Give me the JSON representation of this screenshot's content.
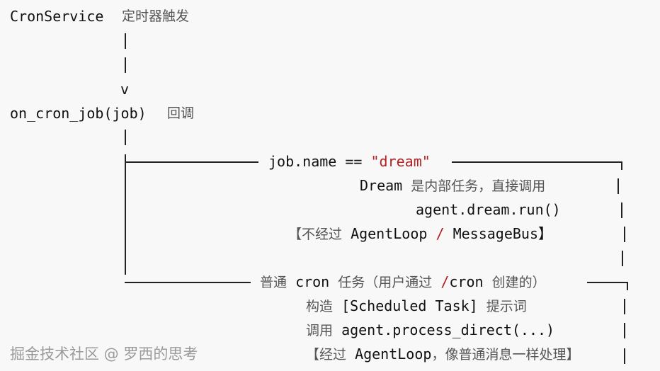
{
  "lines": {
    "cron_service": "CronService",
    "cron_service_note": "定时器触发",
    "arrow": "v",
    "callback": "on_cron_job(job)",
    "callback_note": "回调",
    "branch1_cond_a": "job.name == ",
    "branch1_cond_b": "\"dream\"",
    "dream_a": "Dream",
    "dream_b": "是内部任务，直接调用",
    "dream_call": "agent.dream.run()",
    "dream_note_a": "【不经过",
    "dream_note_b": "AgentLoop",
    "dream_note_c": "/",
    "dream_note_d": "MessageBus】",
    "branch2_a": "普通",
    "branch2_b": "cron",
    "branch2_c": "任务（用户通过",
    "branch2_d": "/",
    "branch2_e": "cron",
    "branch2_f": "创建的）",
    "build_a": "构造",
    "build_b": "[Scheduled Task]",
    "build_c": "提示词",
    "call_a": "调用",
    "call_b": "agent.process_direct(...)",
    "via_a": "【经过",
    "via_b": "AgentLoop",
    "via_c": "，像普通消息一样处理】"
  },
  "watermark": "掘金技术社区 @ 罗西的思考",
  "colors": {
    "background": "#f8f8f8",
    "text": "#111111",
    "note": "#555555",
    "highlight": "#b22222"
  }
}
